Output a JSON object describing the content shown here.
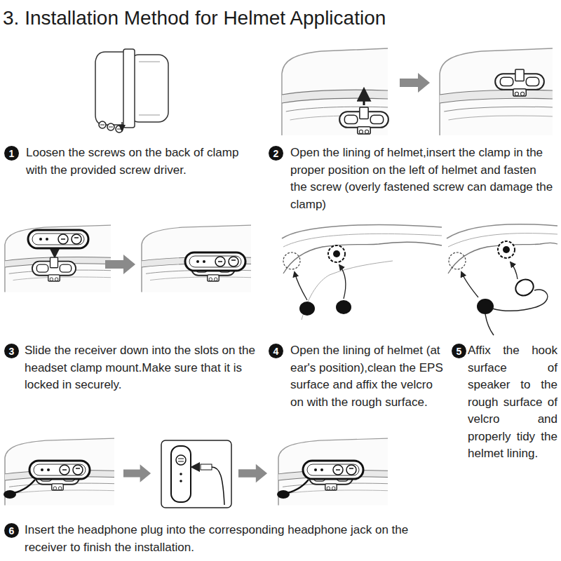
{
  "diagram": {
    "title": "3. Installation Method for Helmet Application",
    "nodes": [
      {
        "text": [
          "1"
        ]
      },
      {
        "text": [
          "2"
        ]
      },
      {
        "text": [
          "3"
        ]
      },
      {
        "text": [
          "4"
        ]
      },
      {
        "text": [
          "5"
        ]
      },
      {
        "text": [
          "6"
        ]
      }
    ],
    "labels": [
      "Loosen the screws on the back of clamp with the provided screw driver.",
      "Open the lining of helmet,insert the clamp in the proper position on the left of helmet and fasten the screw (overly fastened screw can damage the clamp)",
      "Slide the receiver down into the slots on the headset clamp mount.Make sure that it is locked in securely.",
      "Open the lining of helmet (at ear's position),clean the EPS surface and affix the velcro on with the rough surface.",
      "Affix the hook surface of speaker to the rough surface of velcro and properly tidy the helmet lining.",
      "Insert the headphone plug into the corresponding headphone jack on the receiver to finish the installation."
    ]
  }
}
